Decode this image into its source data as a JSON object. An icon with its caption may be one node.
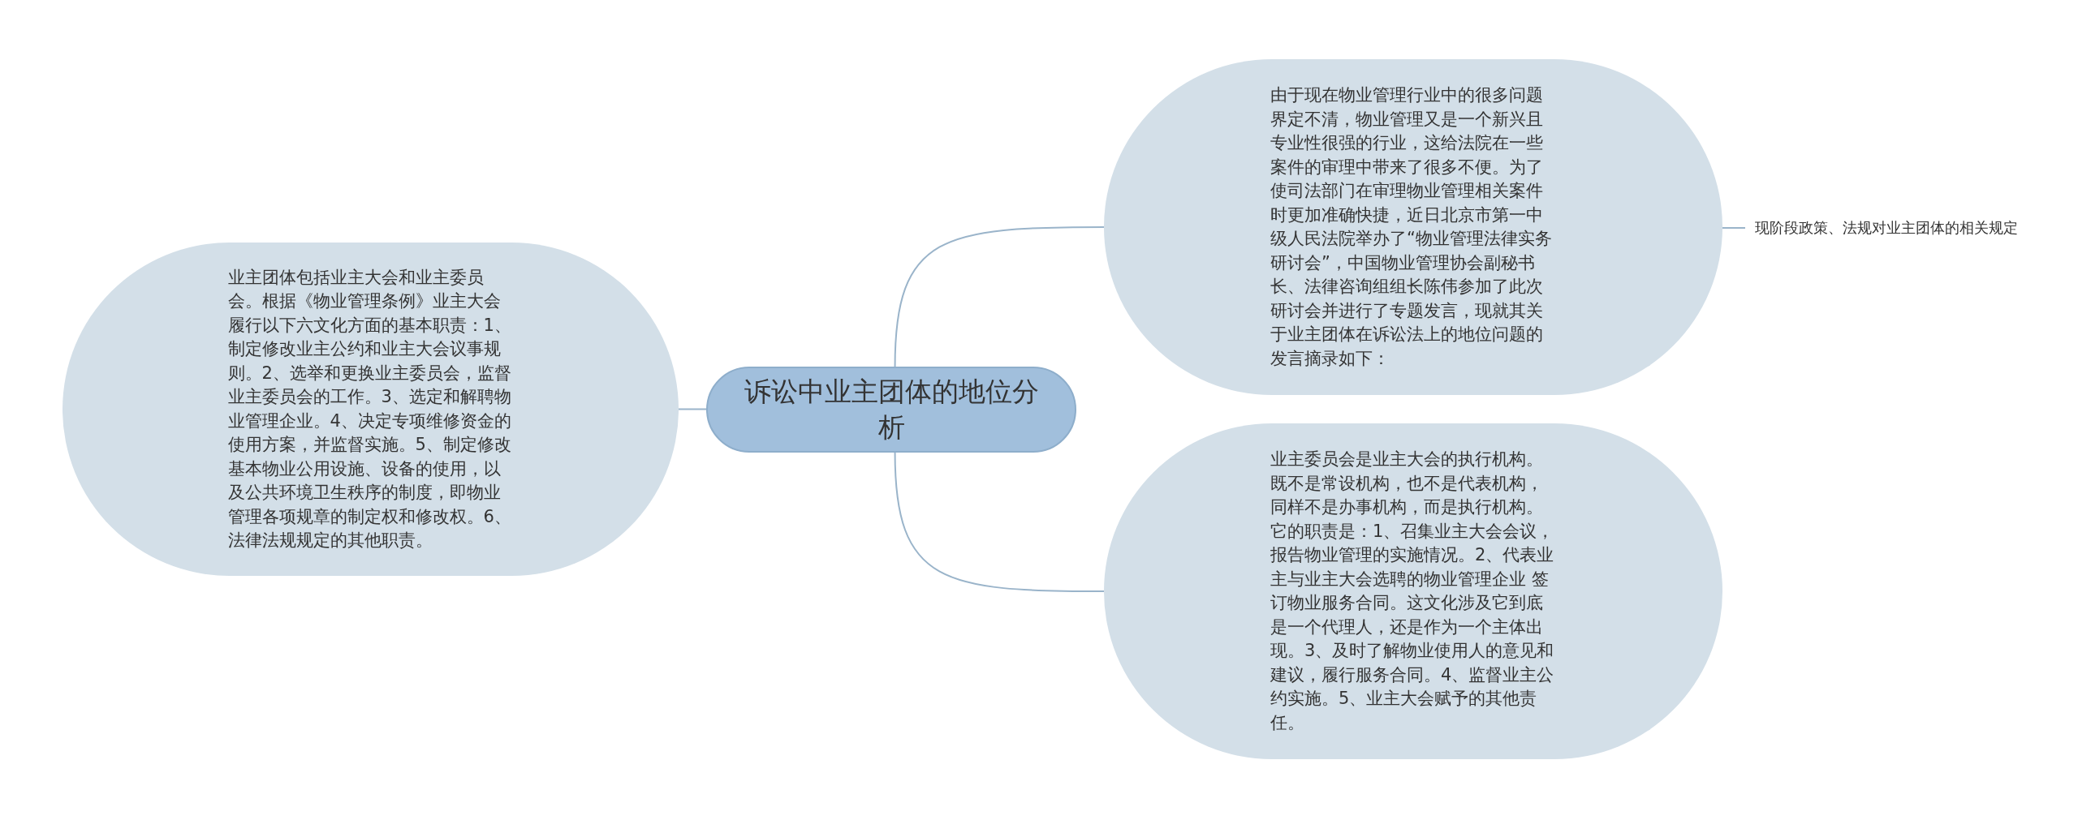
{
  "diagram": {
    "nodes": [
      {
        "text": [
          "诉讼中业主团体的地位分析"
        ]
      },
      {
        "text": [
          "业主团体包括业主大会和业主委员会。根据《物业管理条例》业主大会履行以下六文化方面的基本职责：1、制定修改业主公约和业主大会议事规则。2、选举和更换业主委员会，监督业主委员会的工作。3、选定和解聘物业管理企业。4、决定专项维修资金的使用方案，并监督实施。5、制定修改基本物业公用设施、设备的使用，以及公共环境卫生秩序的制度，即物业管理各项规章的制定权和修改权。6、法律法规规定的其他职责。"
        ]
      },
      {
        "text": [
          "由于现在物业管理行业中的很多问题界定不清，物业管理又是一个新兴且专业性很强的行业，这给法院在一些案件的审理中带来了很多不便。为了使司法部门在审理物业管理相关案件时更加准确快捷，近日北京市第一中级人民法院举办了“物业管理法律实务研讨会”，中国物业管理协会副秘书长、法律咨询组组长陈伟参加了此次研讨会并进行了专题发言，现就其关于业主团体在诉讼法上的地位问题的发言摘录如下："
        ]
      },
      {
        "text": [
          "业主委员会是业主大会的执行机构。既不是常设机构，也不是代表机构，同样不是办事机构，而是执行机构。它的职责是：1、召集业主大会会议，报告物业管理的实施情况。2、代表业主与业主大会选聘的物业管理企业 签订物业服务合同。这文化涉及它到底是一个代理人，还是作为一个主体出现。3、及时了解物业使用人的意见和建议，履行服务合同。4、监督业主公约实施。5、业主大会赋予的其他责任。"
        ]
      },
      {
        "text": [
          "现阶段政策、法规对业主团体的相关规定"
        ]
      }
    ],
    "edges": [
      {
        "from": 0,
        "to": 1,
        "arrow": "none"
      },
      {
        "from": 0,
        "to": 2,
        "arrow": "none"
      },
      {
        "from": 0,
        "to": 3,
        "arrow": "none"
      },
      {
        "from": 2,
        "to": 4,
        "arrow": "none"
      }
    ]
  }
}
